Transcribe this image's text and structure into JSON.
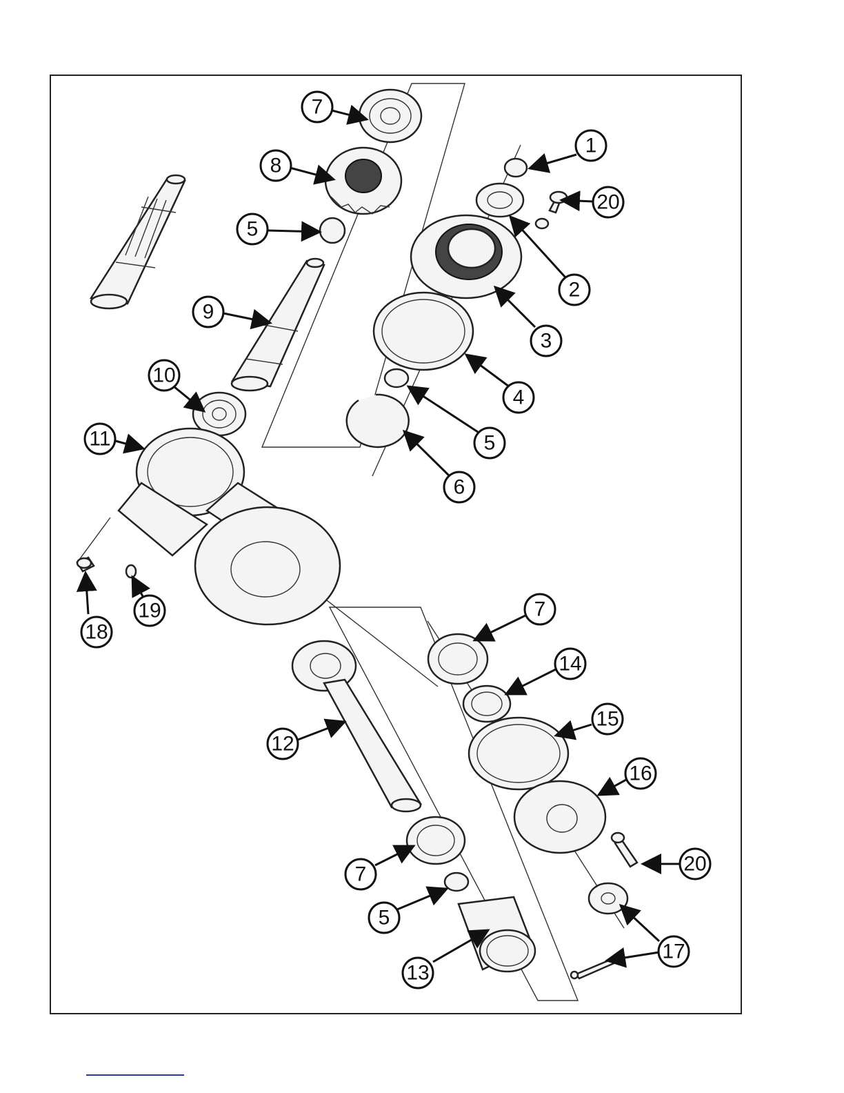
{
  "diagram": {
    "type": "exploded-parts-view",
    "callouts": [
      {
        "id": "c1",
        "label": "1"
      },
      {
        "id": "c2",
        "label": "2"
      },
      {
        "id": "c3",
        "label": "3"
      },
      {
        "id": "c4",
        "label": "4"
      },
      {
        "id": "c5a",
        "label": "5"
      },
      {
        "id": "c5b",
        "label": "5"
      },
      {
        "id": "c5c",
        "label": "5"
      },
      {
        "id": "c6",
        "label": "6"
      },
      {
        "id": "c7a",
        "label": "7"
      },
      {
        "id": "c7b",
        "label": "7"
      },
      {
        "id": "c7c",
        "label": "7"
      },
      {
        "id": "c8",
        "label": "8"
      },
      {
        "id": "c9",
        "label": "9"
      },
      {
        "id": "c10",
        "label": "10"
      },
      {
        "id": "c11",
        "label": "11"
      },
      {
        "id": "c12",
        "label": "12"
      },
      {
        "id": "c13",
        "label": "13"
      },
      {
        "id": "c14",
        "label": "14"
      },
      {
        "id": "c15",
        "label": "15"
      },
      {
        "id": "c16",
        "label": "16"
      },
      {
        "id": "c17",
        "label": "17"
      },
      {
        "id": "c18",
        "label": "18"
      },
      {
        "id": "c19",
        "label": "19"
      },
      {
        "id": "c20a",
        "label": "20"
      },
      {
        "id": "c20b",
        "label": "20"
      }
    ],
    "colors": {
      "ink": "#111111",
      "paper": "#ffffff",
      "footer_rule": "#1f3f9c"
    }
  }
}
